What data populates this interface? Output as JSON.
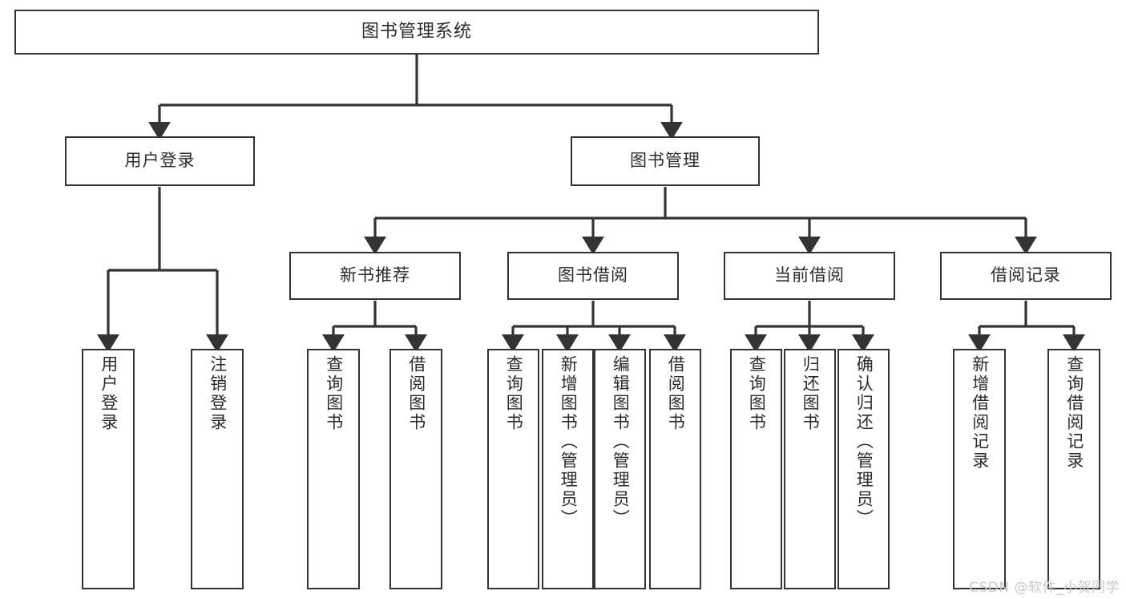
{
  "diagram": {
    "type": "hierarchy-tree",
    "title": "图书管理系统",
    "orientation": "top-down",
    "edge_style": "orthogonal-with-arrowheads",
    "colors": {
      "line": "#333333",
      "box_border": "#333333",
      "box_fill": "#ffffff",
      "text": "#2b2b2b",
      "background": "#ffffff",
      "watermark": "#c9c9c9"
    },
    "nodes": {
      "root": {
        "label": "图书管理系统"
      },
      "level1": [
        {
          "label": "用户登录"
        },
        {
          "label": "图书管理"
        }
      ],
      "level2": [
        {
          "label": "新书推荐"
        },
        {
          "label": "图书借阅"
        },
        {
          "label": "当前借阅"
        },
        {
          "label": "借阅记录"
        }
      ],
      "leaves": {
        "user_login": [
          {
            "label": "用户登录"
          },
          {
            "label": "注销登录"
          }
        ],
        "new_book_recommend": [
          {
            "label": "查询图书"
          },
          {
            "label": "借阅图书"
          }
        ],
        "book_borrow": [
          {
            "label": "查询图书"
          },
          {
            "label": "新增图书（管理员）"
          },
          {
            "label": "编辑图书（管理员）"
          },
          {
            "label": "借阅图书"
          }
        ],
        "current_borrow": [
          {
            "label": "查询图书"
          },
          {
            "label": "归还图书"
          },
          {
            "label": "确认归还（管理员）"
          }
        ],
        "borrow_record": [
          {
            "label": "新增借阅记录"
          },
          {
            "label": "查询借阅记录"
          }
        ]
      }
    },
    "watermark": "CSDN @软件_小贺同学"
  }
}
